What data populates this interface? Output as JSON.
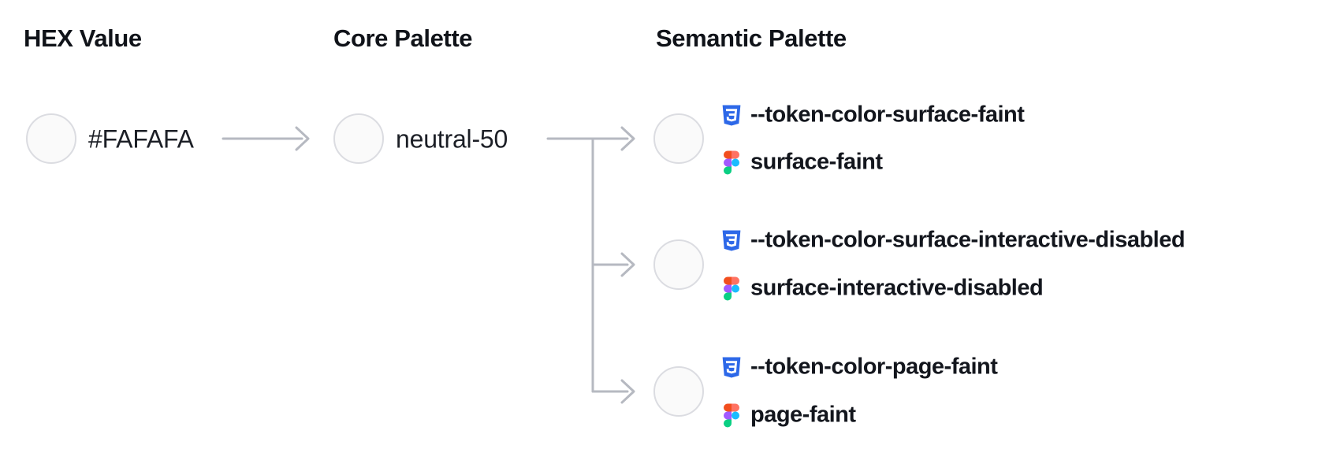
{
  "columns": {
    "hex": {
      "title": "HEX Value",
      "value": "#FAFAFA"
    },
    "core": {
      "title": "Core Palette",
      "value": "neutral-50"
    },
    "semantic": {
      "title": "Semantic Palette",
      "rows": [
        {
          "css_token": "--token-color-surface-faint",
          "figma_token": "surface-faint"
        },
        {
          "css_token": "--token-color-surface-interactive-disabled",
          "figma_token": "surface-interactive-disabled"
        },
        {
          "css_token": "--token-color-page-faint",
          "figma_token": "page-faint"
        }
      ]
    }
  },
  "icons": {
    "css": "css3-shield-icon",
    "figma": "figma-logo-icon",
    "arrow": "right-arrow"
  },
  "colors": {
    "swatch_fill": "#FAFAFA",
    "swatch_border": "#DBDCE1",
    "connector": "#B6B9C1",
    "heading_text": "#101319",
    "value_text": "#1C1F26",
    "token_text": "#13161D",
    "css_icon_blue": "#2D68E8",
    "figma_orange": "#F24E1E",
    "figma_salmon": "#FF7262",
    "figma_purple": "#A259FF",
    "figma_blue": "#1ABCFE",
    "figma_green": "#0ACF83"
  }
}
